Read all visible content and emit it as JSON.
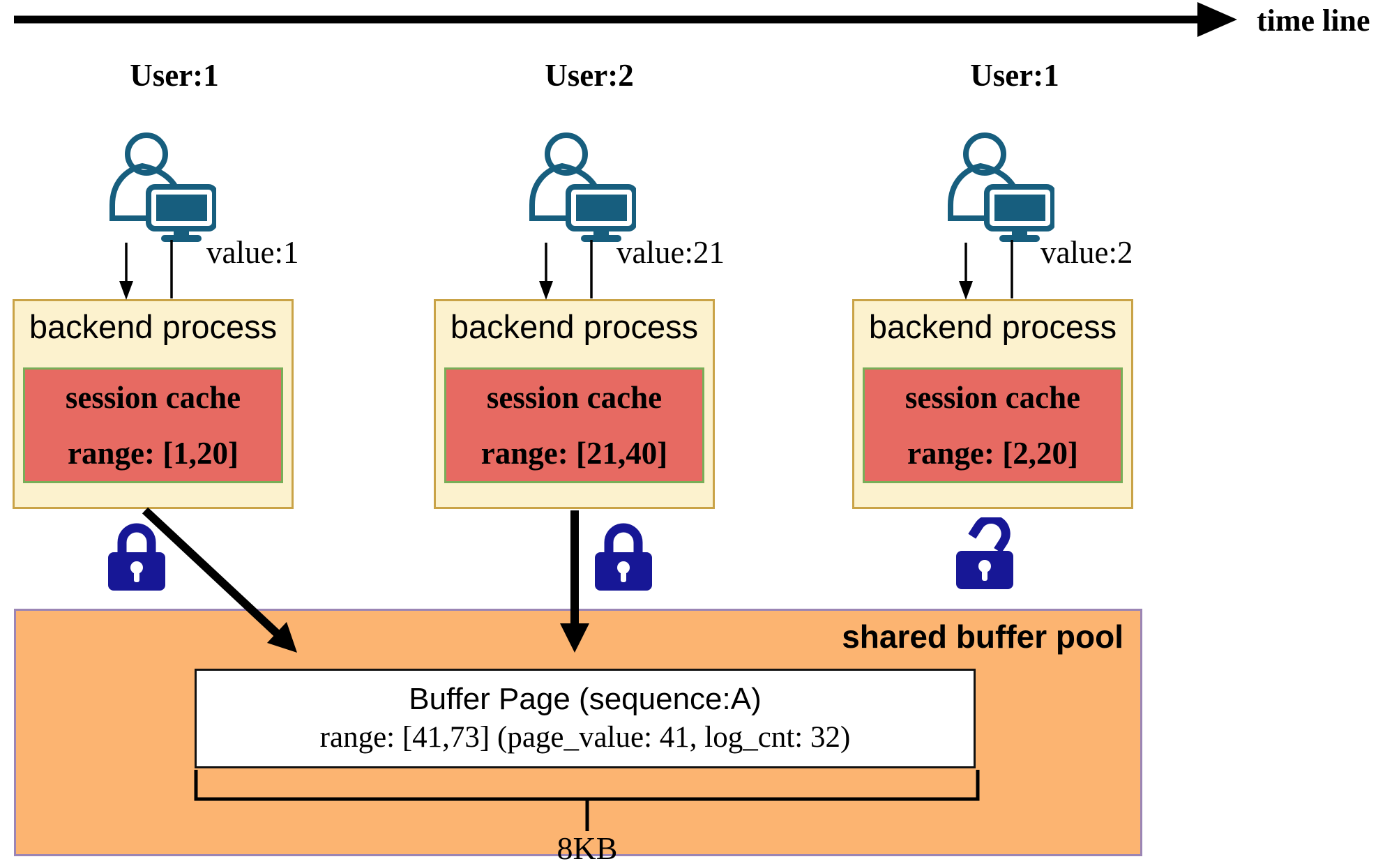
{
  "timeline": {
    "label": "time line"
  },
  "users": [
    {
      "name": "User:1",
      "value": "value:1",
      "backend": {
        "label": "backend process",
        "session_cache": {
          "title": "session cache",
          "range": "range: [1,20]"
        }
      },
      "lock_state": "locked"
    },
    {
      "name": "User:2",
      "value": "value:21",
      "backend": {
        "label": "backend process",
        "session_cache": {
          "title": "session cache",
          "range": "range: [21,40]"
        }
      },
      "lock_state": "locked"
    },
    {
      "name": "User:1",
      "value": "value:2",
      "backend": {
        "label": "backend process",
        "session_cache": {
          "title": "session cache",
          "range": "range: [2,20]"
        }
      },
      "lock_state": "unlocked"
    }
  ],
  "shared_buffer_pool": {
    "label": "shared buffer pool",
    "buffer_page": {
      "title": "Buffer Page (sequence:A)",
      "detail": "range: [41,73] (page_value: 41, log_cnt: 32)"
    },
    "page_size": "8KB"
  },
  "icons": {
    "user": "person-at-monitor-icon",
    "lock_closed": "padlock-locked-icon",
    "lock_open": "padlock-unlocked-icon",
    "timeline": "right-arrow-icon",
    "flush": "down-arrow-icon"
  },
  "colors": {
    "backend_fill": "#FCF2CE",
    "backend_border": "#C9A347",
    "session_fill": "#E76A62",
    "session_border": "#79AE58",
    "pool_fill": "#FCB471",
    "pool_border": "#9B85B5",
    "buffer_page_fill": "#FFFFFF",
    "lock": "#171796",
    "user_icon": "#175E7E",
    "arrow": "#000000"
  }
}
